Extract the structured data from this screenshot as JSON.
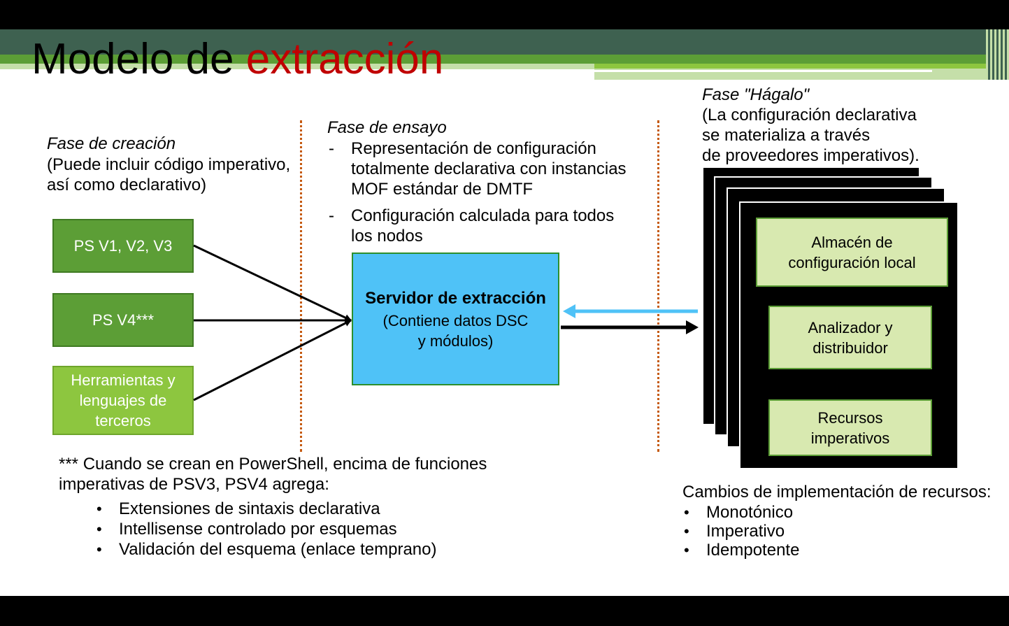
{
  "title": {
    "main": "Modelo de",
    "accent": "extracción"
  },
  "colors": {
    "accent": "#c00000",
    "header_dark": "#3e6150",
    "header_green": "#5c9e36",
    "pull_server": "#4fc2f7",
    "arrow_back": "#4fc2f7",
    "divider": "#c55a11"
  },
  "creation": {
    "heading": "Fase de creación",
    "lines": [
      "(Puede incluir código imperativo,",
      "así como declarativo)"
    ],
    "sources": [
      "PS V1, V2, V3",
      "PS V4***",
      "Herramientas y lenguajes de terceros"
    ]
  },
  "staging": {
    "heading": "Fase de ensayo",
    "items": [
      {
        "dash": "-",
        "lines": [
          "Representación de configuración",
          "totalmente declarativa con instancias",
          "MOF estándar de DMTF"
        ]
      },
      {
        "dash": "-",
        "lines": [
          "Configuración calculada para todos",
          "los nodos"
        ]
      }
    ],
    "server": {
      "title": "Servidor de extracción",
      "lines": [
        "(Contiene datos DSC",
        "y módulos)"
      ]
    }
  },
  "make_it_so": {
    "heading": "Fase \"Hágalo\"",
    "lines": [
      "(La configuración declarativa",
      "se materializa a través",
      "de proveedores imperativos)."
    ],
    "node_boxes": [
      "Almacén de configuración local",
      "Analizador y distribuidor",
      "Recursos imperativos"
    ]
  },
  "footnote": {
    "lines": [
      "*** Cuando se crean en PowerShell, encima de funciones",
      "imperativas de PSV3, PSV4 agrega:"
    ],
    "bullets": [
      "Extensiones de sintaxis declarativa",
      "Intellisense controlado por esquemas",
      "Validación del esquema (enlace temprano)"
    ]
  },
  "resource_changes": {
    "heading": "Cambios de implementación de recursos:",
    "bullets": [
      "Monotónico",
      "Imperativo",
      "Idempotente"
    ]
  }
}
